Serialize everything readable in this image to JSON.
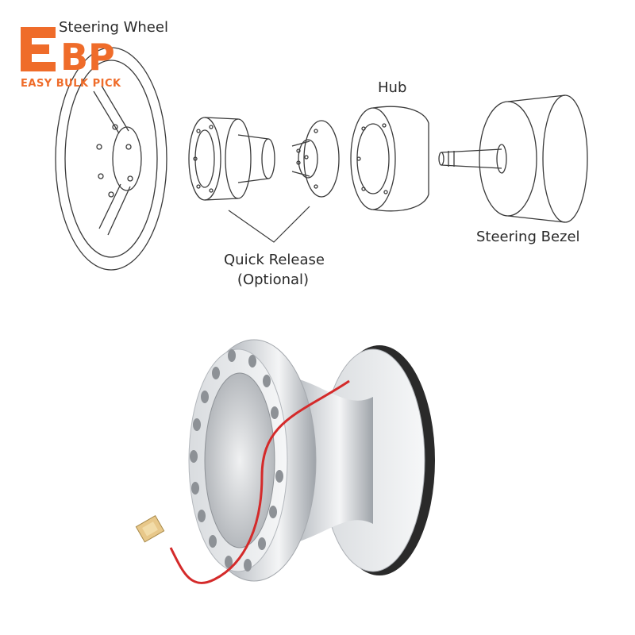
{
  "logo": {
    "letters": "EBP",
    "tagline": "EASY BULK PICK",
    "color": "#ef6c2a"
  },
  "labels": {
    "steering_wheel": "Steering Wheel",
    "hub": "Hub",
    "steering_bezel": "Steering Bezel",
    "quick_release_line1": "Quick Release",
    "quick_release_line2": "(Optional)"
  },
  "colors": {
    "line": "#3a3a3a",
    "metal": "#c9ccd0",
    "wire": "#d42a2a",
    "connector": "#e8c88a"
  }
}
